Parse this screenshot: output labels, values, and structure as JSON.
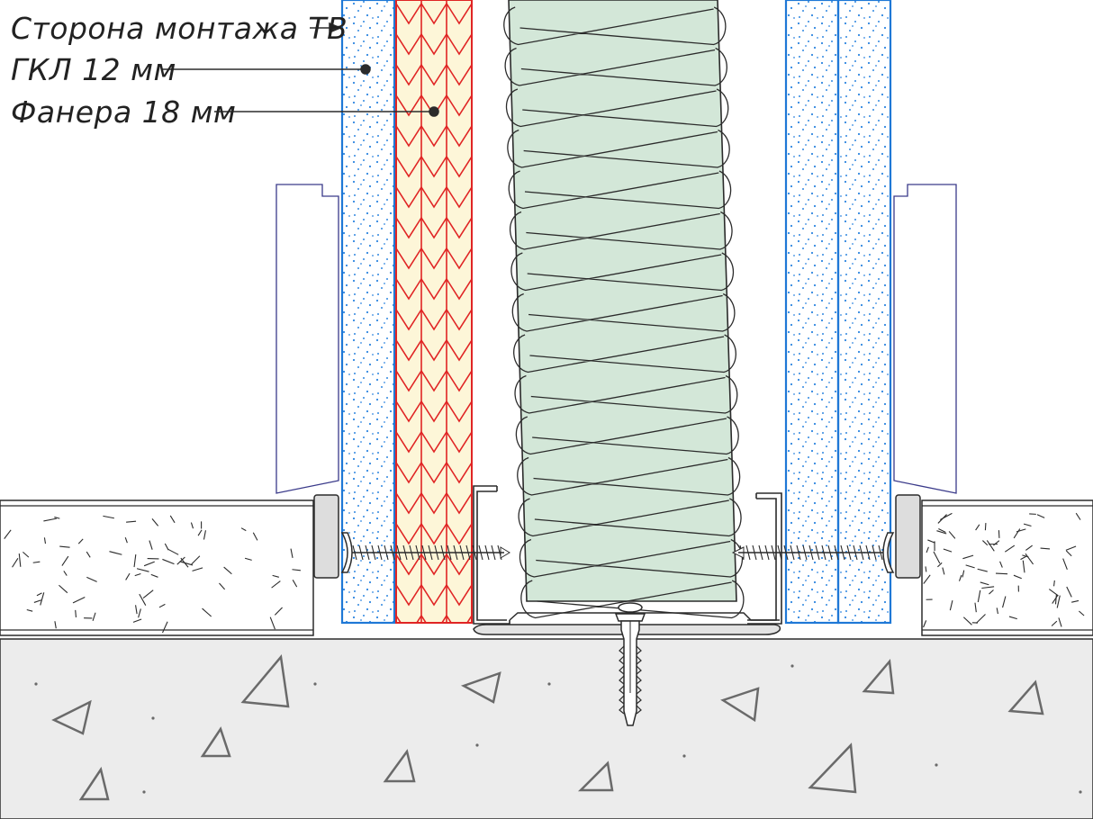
{
  "labels": {
    "tv_side": "Сторона монтажа ТВ",
    "gypsum": "ГКЛ 12 мм",
    "plywood": "Фанера 18 мм"
  },
  "colors": {
    "ink": "#2b2b2b",
    "gkl_outline": "#1f78d6",
    "gkl_dots": "#2f86e0",
    "plywood_fill": "#fdf6d8",
    "plywood_stroke": "#e02424",
    "insulation_fill": "#d3e7d8",
    "concrete_fill": "#ececec",
    "aggregate": "#6a6a6a"
  }
}
